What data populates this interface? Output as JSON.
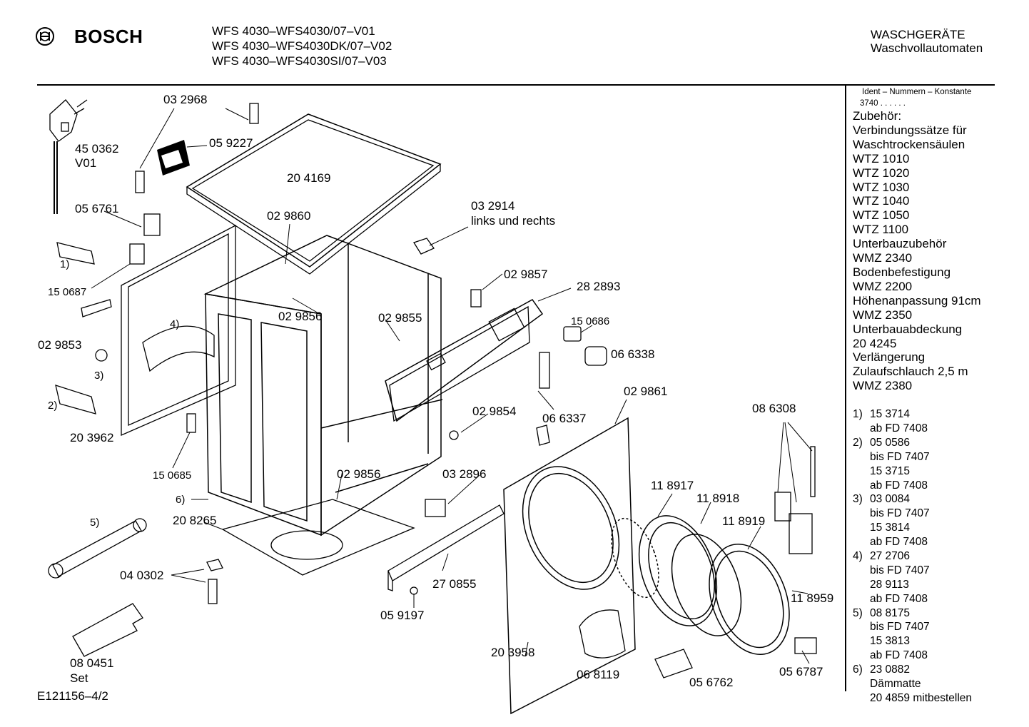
{
  "header": {
    "brand": "BOSCH",
    "models": [
      "WFS 4030–WFS4030/07–V01",
      "WFS 4030–WFS4030DK/07–V02",
      "WFS 4030–WFS4030SI/07–V03"
    ],
    "category": "WASCHGERÄTE",
    "subcategory": "Waschvollautomaten"
  },
  "sidebar": {
    "ident_title": "Ident – Nummern – Konstante",
    "ident_value": "3740 . . . . . .",
    "accessories": [
      "Zubehör:",
      "Verbindungssätze für",
      "Waschtrockensäulen",
      "WTZ 1010",
      "WTZ 1020",
      "WTZ 1030",
      "WTZ 1040",
      "WTZ 1050",
      "WTZ 1100",
      "Unterbauzubehör",
      "WMZ 2340",
      "Bodenbefestigung",
      "WMZ 2200",
      "Höhenanpassung  91cm",
      "WMZ 2350",
      "Unterbauabdeckung",
      "20 4245",
      "Verlängerung",
      "Zulaufschlauch 2,5 m",
      "WMZ 2380"
    ],
    "notes": [
      {
        "num": "1)",
        "lines": [
          "15 3714",
          "ab FD 7408"
        ]
      },
      {
        "num": "2)",
        "lines": [
          "05 0586",
          "bis FD 7407",
          "15 3715",
          "ab FD 7408"
        ]
      },
      {
        "num": "3)",
        "lines": [
          "03 0084",
          "bis FD 7407",
          "15 3814",
          "ab FD 7408"
        ]
      },
      {
        "num": "4)",
        "lines": [
          "27 2706",
          "bis FD 7407",
          "28 9113",
          "ab FD 7408"
        ]
      },
      {
        "num": "5)",
        "lines": [
          "08 8175",
          "bis FD 7407",
          "15 3813",
          "ab FD 7408"
        ]
      },
      {
        "num": "6)",
        "lines": [
          "23 0882",
          "Dämmatte",
          "20 4859 mitbestellen"
        ]
      }
    ]
  },
  "diagram": {
    "labels": {
      "p032968": "03 2968",
      "p059227": "05 9227",
      "p450362": "45 0362",
      "v01": "V01",
      "p204169": "20 4169",
      "p056761": "05 6761",
      "p029860": "02 9860",
      "p032914": "03 2914",
      "links_rechts": "links und rechts",
      "n1": "1)",
      "p150687": "15 0687",
      "p029857": "02 9857",
      "p282893": "28 2893",
      "p029856a": "02 9856",
      "p029855": "02 9855",
      "p150686": "15 0686",
      "n4": "4)",
      "p029853": "02 9853",
      "p066338": "06 6338",
      "n3": "3)",
      "n2": "2)",
      "p029861": "02 9861",
      "p029854": "02 9854",
      "p066337": "06 6337",
      "p086308": "08 6308",
      "p203962": "20 3962",
      "p150685": "15 0685",
      "p029856b": "02 9856",
      "p032896": "03 2896",
      "p118917": "11 8917",
      "p118918": "11 8918",
      "n6": "6)",
      "p118919": "11 8919",
      "n5": "5)",
      "p208265": "20 8265",
      "p040302": "04 0302",
      "p270855": "27 0855",
      "p118959": "11 8959",
      "p059197": "05 9197",
      "p203958": "20 3958",
      "p080451": "08  0451",
      "set": "Set",
      "p068119": "06 8119",
      "p056762": "05 6762",
      "p056787": "05 6787"
    }
  },
  "footer": {
    "code": "E121156–4/2"
  }
}
